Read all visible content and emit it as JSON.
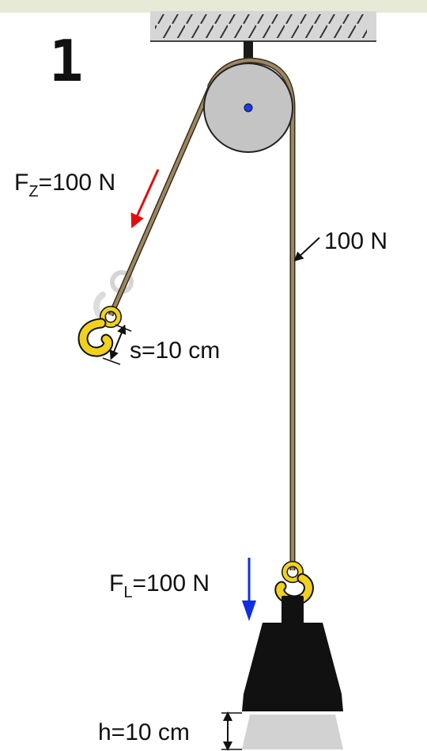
{
  "figure_number": "1",
  "effort_force": {
    "symbol": "F",
    "subscript": "Z",
    "value": "=100 N",
    "arrow_color": "#e01010"
  },
  "rope_tension": "100 N",
  "effort_distance": "s=10 cm",
  "load_force": {
    "symbol": "F",
    "subscript": "L",
    "value": "=100 N",
    "arrow_color": "#1030e0"
  },
  "load_height": "h=10 cm",
  "colors": {
    "top_bar": "#e6ead6",
    "ceiling": "#d6d6d6",
    "pulley": "#c4c4c4",
    "axle": "#1a3aff",
    "rope": "#9b8763",
    "hook": "#f0d21e",
    "weight": "#111111",
    "ghost_weight": "#d2d2d2"
  }
}
